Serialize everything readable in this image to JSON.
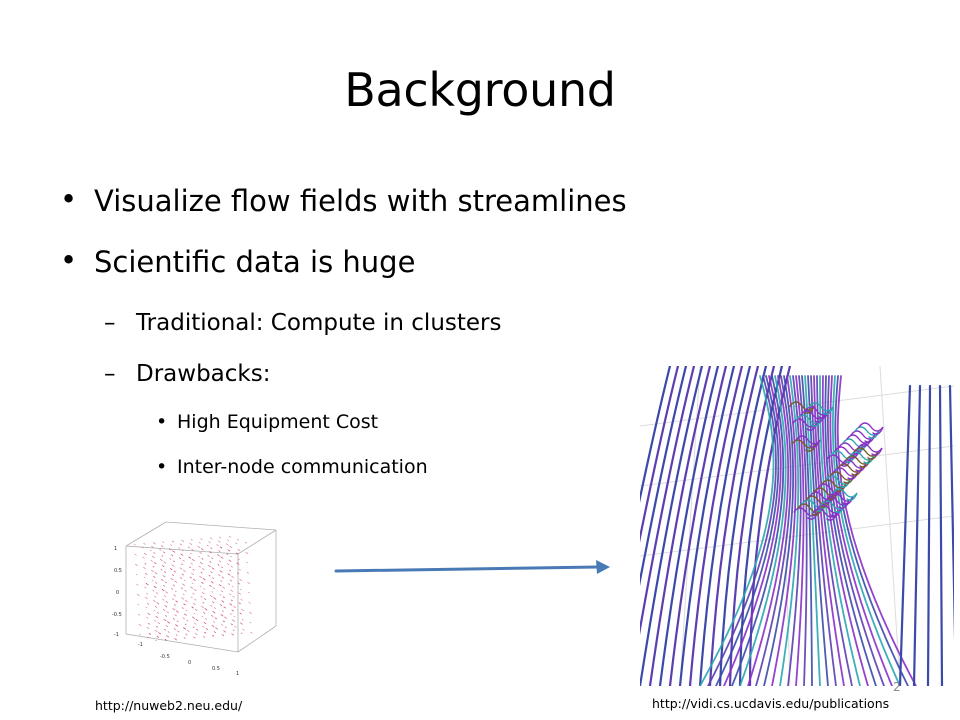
{
  "slide": {
    "title": "Background",
    "bullets": [
      {
        "level": 1,
        "text": "Visualize flow fields with streamlines"
      },
      {
        "level": 1,
        "text": "Scientific data is huge"
      },
      {
        "level": 2,
        "text": "Traditional: Compute in clusters"
      },
      {
        "level": 2,
        "text": "Drawbacks:"
      },
      {
        "level": 3,
        "text": "High Equipment Cost"
      },
      {
        "level": 3,
        "text": "Inter-node communication"
      }
    ],
    "bullet_glyphs": {
      "level1": "•",
      "level2": "–",
      "level3": "•"
    },
    "left_figure": {
      "y_ticks": [
        "1",
        "0.5",
        "0",
        "-0.5",
        "-1"
      ],
      "x_ticks": [
        "-1",
        "-0.5",
        "0",
        "0.5",
        "1"
      ],
      "vector_color": "#c2185b",
      "source": "http://nuweb2.neu.edu/"
    },
    "arrow": {
      "color": "#4a7ab5"
    },
    "right_figure": {
      "source": "http://vidi.cs.ucdavis.edu/publications",
      "colors": [
        "#3b4aa8",
        "#5a3fb0",
        "#8a2fc8",
        "#2aa6b0",
        "#7a5a2a"
      ]
    },
    "page_number": "2"
  }
}
